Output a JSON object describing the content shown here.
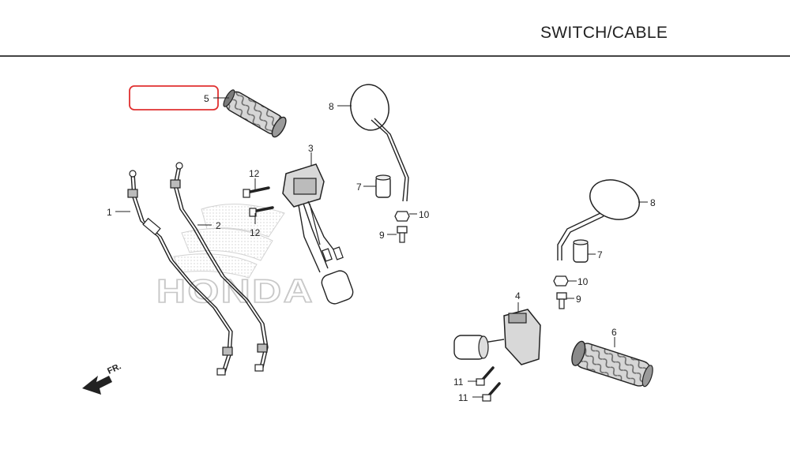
{
  "header": {
    "title": "SWITCH/CABLE"
  },
  "watermark": {
    "text": "HONDA"
  },
  "direction_label": "FR.",
  "highlight_color": "#e03030",
  "callouts": [
    {
      "id": "1",
      "label": "1"
    },
    {
      "id": "2",
      "label": "2"
    },
    {
      "id": "3",
      "label": "3"
    },
    {
      "id": "4",
      "label": "4"
    },
    {
      "id": "5",
      "label": "5"
    },
    {
      "id": "6",
      "label": "6"
    },
    {
      "id": "7a",
      "label": "7"
    },
    {
      "id": "7b",
      "label": "7"
    },
    {
      "id": "8a",
      "label": "8"
    },
    {
      "id": "8b",
      "label": "8"
    },
    {
      "id": "9a",
      "label": "9"
    },
    {
      "id": "9b",
      "label": "9"
    },
    {
      "id": "10a",
      "label": "10"
    },
    {
      "id": "10b",
      "label": "10"
    },
    {
      "id": "11a",
      "label": "11"
    },
    {
      "id": "11b",
      "label": "11"
    },
    {
      "id": "12a",
      "label": "12"
    },
    {
      "id": "12b",
      "label": "12"
    }
  ]
}
